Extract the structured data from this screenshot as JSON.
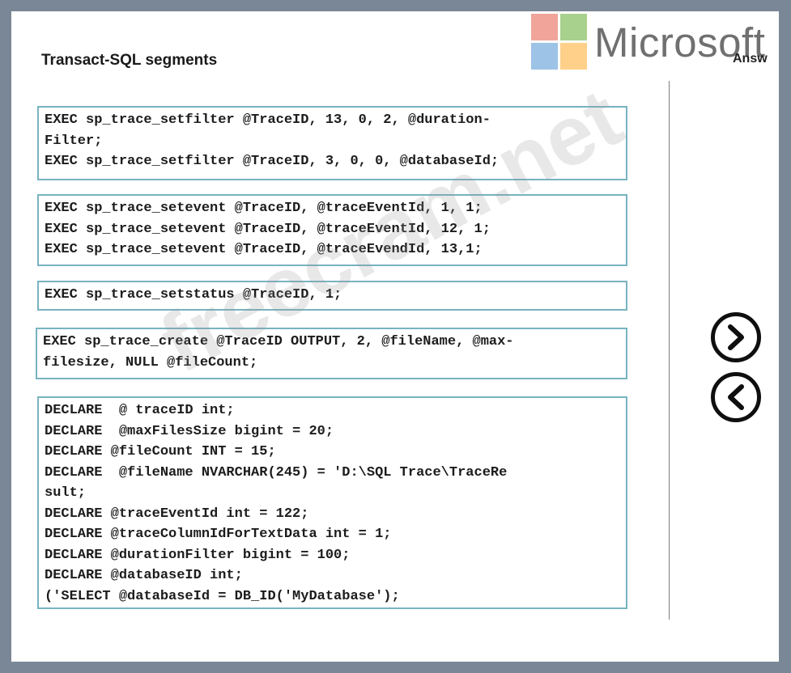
{
  "header": {
    "title": "Transact-SQL segments",
    "answer_label": "Answ"
  },
  "logo": {
    "text": "Microsoft",
    "colors": [
      "#f1a59a",
      "#a9d18e",
      "#9dc3e6",
      "#ffd08a"
    ]
  },
  "segments": [
    {
      "lines": [
        "EXEC sp_trace_setfilter @TraceID, 13, 0, 2, @duration-",
        "Filter;",
        "EXEC sp_trace_setfilter @TraceID, 3, 0, 0, @databaseId;"
      ]
    },
    {
      "lines": [
        "EXEC sp_trace_setevent @TraceID, @traceEventId, 1, 1;",
        "EXEC sp_trace_setevent @TraceID, @traceEventId, 12, 1;",
        "EXEC sp_trace_setevent @TraceID, @traceEvendId, 13,1;"
      ]
    },
    {
      "lines": [
        "EXEC sp_trace_setstatus @TraceID, 1;"
      ]
    },
    {
      "lines": [
        "EXEC sp_trace_create @TraceID OUTPUT, 2, @fileName, @max-",
        "filesize, NULL @fileCount;"
      ]
    },
    {
      "lines": [
        "DECLARE  @ traceID int;",
        "DECLARE  @maxFilesSize bigint = 20;",
        "DECLARE @fileCount INT = 15;",
        "DECLARE  @fileName NVARCHAR(245) = 'D:\\SQL Trace\\TraceRe",
        "sult;",
        "DECLARE @traceEventId int = 122;",
        "DECLARE @traceColumnIdForTextData int = 1;",
        "DECLARE @durationFilter bigint = 100;",
        "DECLARE @databaseID int;",
        "('SELECT @databaseId = DB_ID('MyDatabase');"
      ]
    }
  ],
  "watermark": "freecram.net",
  "icons": {
    "move_right": "chevron-right-circle-icon",
    "move_left": "chevron-left-circle-icon"
  }
}
